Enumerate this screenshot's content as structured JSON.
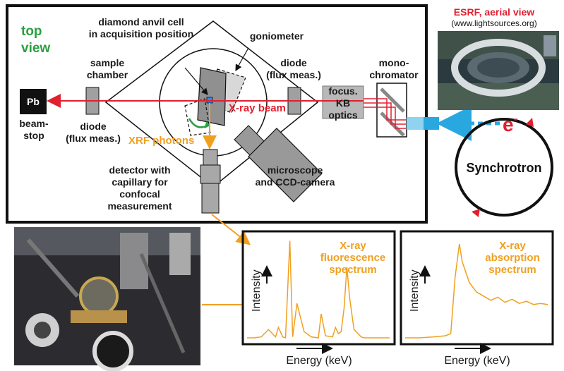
{
  "view_label": {
    "line1": "top",
    "line2": "view",
    "color": "#2aa040"
  },
  "components": {
    "dac_line1": "diamond anvil cell",
    "dac_line2": "in acquisition position",
    "goniometer": "goniometer",
    "sample_line1": "sample",
    "sample_line2": "chamber",
    "diode_right_line1": "diode",
    "diode_right_line2": "(flux meas.)",
    "diode_left_line1": "diode",
    "diode_left_line2": "(flux meas.)",
    "mono_line1": "mono-",
    "mono_line2": "chromator",
    "kb_line1": "focus.",
    "kb_line2": "KB",
    "kb_line3": "optics",
    "beamstop_line1": "beam-",
    "beamstop_line2": "stop",
    "pb": "Pb",
    "xray_beam": "X-ray beam",
    "xrf_photons": "XRF photons",
    "detector_line1": "detector with",
    "detector_line2": "capillary for",
    "detector_line3": "confocal",
    "detector_line4": "measurement",
    "microscope_line1": "microscope",
    "microscope_line2": "and CCD-camera"
  },
  "esrf": {
    "title": "ESRF, aerial view",
    "url": "(www.lightsources.org)"
  },
  "synchrotron": {
    "label": "Synchrotron",
    "electron": "e",
    "charge": "-"
  },
  "colors": {
    "beam": "#e02030",
    "orange": "#f0a020",
    "green": "#2aa040",
    "electron_blue": "#29a8e0"
  },
  "spectra": {
    "fluorescence": {
      "title1": "X-ray",
      "title2": "fluorescence",
      "title3": "spectrum",
      "ylabel": "Intensity",
      "xlabel": "Energy (keV)"
    },
    "absorption": {
      "title1": "X-ray",
      "title2": "absorption",
      "title3": "spectrum",
      "ylabel": "Intensity",
      "xlabel": "Energy (keV)"
    }
  },
  "chart_data": [
    {
      "type": "line",
      "title": "X-ray fluorescence spectrum",
      "xlabel": "Energy (keV)",
      "ylabel": "Intensity",
      "x": [
        0,
        5,
        10,
        15,
        20,
        22,
        25,
        27,
        30,
        32,
        35,
        40,
        45,
        50,
        52,
        55,
        60,
        62,
        64,
        66,
        68,
        70,
        72,
        75,
        80,
        82,
        85,
        88,
        92,
        95,
        100
      ],
      "y": [
        2,
        2,
        3,
        10,
        3,
        12,
        3,
        2,
        95,
        3,
        35,
        8,
        3,
        2,
        25,
        4,
        3,
        12,
        6,
        8,
        30,
        70,
        40,
        10,
        3,
        2,
        2,
        2,
        2,
        2,
        2
      ]
    },
    {
      "type": "line",
      "title": "X-ray absorption spectrum",
      "xlabel": "Energy (keV)",
      "ylabel": "Intensity",
      "x": [
        0,
        10,
        20,
        28,
        32,
        35,
        38,
        40,
        45,
        50,
        55,
        60,
        65,
        70,
        75,
        80,
        85,
        90,
        95,
        100
      ],
      "y": [
        2,
        2,
        3,
        4,
        6,
        60,
        92,
        75,
        55,
        46,
        42,
        38,
        41,
        36,
        39,
        35,
        37,
        34,
        35,
        34
      ]
    }
  ]
}
